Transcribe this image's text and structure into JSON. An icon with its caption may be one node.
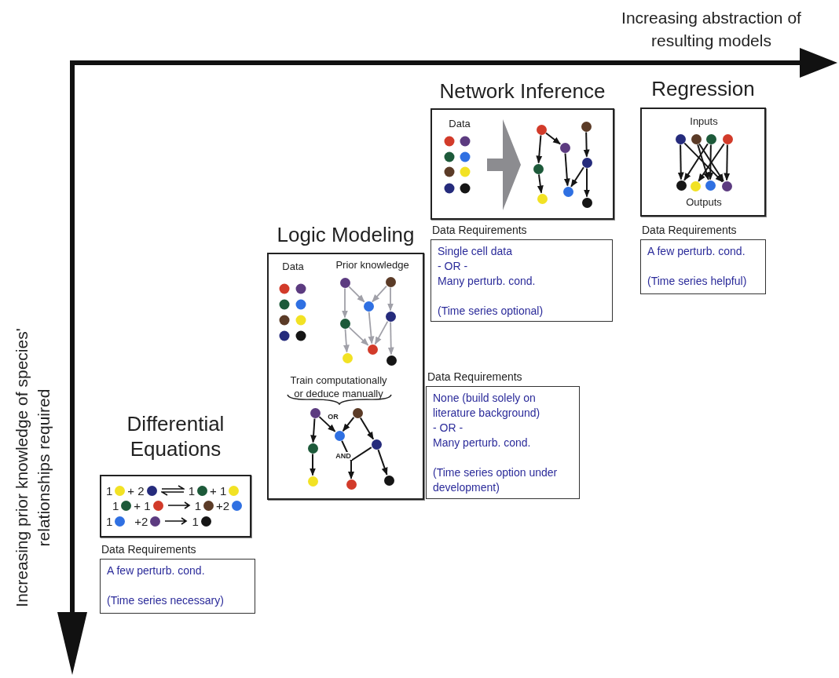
{
  "diagram": {
    "nodes": [
      {
        "text": [
          "Network Inference",
          "Data"
        ]
      },
      {
        "text": [],
        "shape": "circle",
        "in": 0
      },
      {
        "text": [],
        "shape": "circle",
        "in": 0
      },
      {
        "text": [],
        "shape": "circle",
        "in": 0
      },
      {
        "text": [],
        "shape": "circle",
        "in": 0
      },
      {
        "text": [],
        "shape": "circle",
        "in": 0
      },
      {
        "text": [],
        "shape": "circle",
        "in": 0
      },
      {
        "text": [],
        "shape": "circle",
        "in": 0
      },
      {
        "text": [],
        "shape": "circle",
        "in": 0
      },
      {
        "text": [
          "Regression",
          "Inputs",
          "Outputs"
        ]
      },
      {
        "text": [],
        "shape": "circle",
        "in": 9
      },
      {
        "text": [],
        "shape": "circle",
        "in": 9
      },
      {
        "text": [],
        "shape": "circle",
        "in": 9
      },
      {
        "text": [],
        "shape": "circle",
        "in": 9
      },
      {
        "text": [],
        "shape": "circle",
        "in": 9
      },
      {
        "text": [],
        "shape": "circle",
        "in": 9
      },
      {
        "text": [],
        "shape": "circle",
        "in": 9
      },
      {
        "text": [],
        "shape": "circle",
        "in": 9
      },
      {
        "text": [
          "Data Requirements",
          "Single cell data",
          "- OR -",
          "Many perturb. cond.",
          "(Time series optional)"
        ]
      },
      {
        "text": [
          "Data Requirements",
          "A few perturb. cond.",
          "(Time series helpful)"
        ]
      },
      {
        "text": [
          "Logic Modeling",
          "Data",
          "Prior knowledge",
          "Train computationally or deduce manually"
        ]
      },
      {
        "text": [],
        "shape": "circle",
        "in": 20
      },
      {
        "text": [],
        "shape": "circle",
        "in": 20
      },
      {
        "text": [],
        "shape": "circle",
        "in": 20
      },
      {
        "text": [],
        "shape": "circle",
        "in": 20
      },
      {
        "text": [],
        "shape": "circle",
        "in": 20
      },
      {
        "text": [],
        "shape": "circle",
        "in": 20
      },
      {
        "text": [],
        "shape": "circle",
        "in": 20
      },
      {
        "text": [],
        "shape": "circle",
        "in": 20
      },
      {
        "text": [],
        "shape": "circle",
        "in": 20
      },
      {
        "text": [],
        "shape": "circle",
        "in": 20
      },
      {
        "text": [],
        "shape": "circle",
        "in": 20
      },
      {
        "text": [],
        "shape": "circle",
        "in": 20
      },
      {
        "text": [],
        "shape": "circle",
        "in": 20
      },
      {
        "text": [],
        "shape": "circle",
        "in": 20
      },
      {
        "text": [],
        "shape": "circle",
        "in": 20
      },
      {
        "text": [],
        "shape": "circle",
        "in": 20
      },
      {
        "text": [
          "Data Requirements",
          "None (build solely on literature background)",
          "- OR -",
          "Many perturb. cond.",
          "(Time series option under development)"
        ]
      },
      {
        "text": [
          "Differential Equations",
          "1",
          "+ 2",
          "1",
          "+ 1",
          "1",
          "+ 1",
          "1",
          "+2",
          "1",
          "+2",
          "1"
        ]
      },
      {
        "text": [
          "Data Requirements",
          "A few perturb. cond.",
          "(Time series necessary)"
        ]
      }
    ],
    "edges": [
      {
        "from": 2,
        "to": 3,
        "arrow": "to"
      },
      {
        "from": 2,
        "to": 5,
        "arrow": "to"
      },
      {
        "from": 5,
        "to": 7,
        "arrow": "to"
      },
      {
        "from": 3,
        "to": 6,
        "arrow": "to"
      },
      {
        "from": 1,
        "to": 4,
        "arrow": "to"
      },
      {
        "from": 4,
        "to": 6,
        "arrow": "to"
      },
      {
        "from": 4,
        "to": 8,
        "arrow": "to"
      },
      {
        "from": 10,
        "to": 14,
        "arrow": "to"
      },
      {
        "from": 10,
        "to": 17,
        "arrow": "to"
      },
      {
        "from": 11,
        "to": 16,
        "arrow": "to"
      },
      {
        "from": 11,
        "to": 17,
        "arrow": "to"
      },
      {
        "from": 12,
        "to": 14,
        "arrow": "to"
      },
      {
        "from": 12,
        "to": 16,
        "arrow": "to"
      },
      {
        "from": 13,
        "to": 15,
        "arrow": "to"
      },
      {
        "from": 13,
        "to": 17,
        "arrow": "to"
      },
      {
        "from": 21,
        "to": 25,
        "arrow": "to",
        "color": "#a0a0a8"
      },
      {
        "from": 21,
        "to": 23,
        "arrow": "to",
        "color": "#a0a0a8"
      },
      {
        "from": 22,
        "to": 23,
        "arrow": "to",
        "color": "#a0a0a8"
      },
      {
        "from": 22,
        "to": 24,
        "arrow": "to",
        "color": "#a0a0a8"
      },
      {
        "from": 23,
        "to": 26,
        "arrow": "to",
        "color": "#a0a0a8"
      },
      {
        "from": 25,
        "to": 26,
        "arrow": "to",
        "color": "#a0a0a8"
      },
      {
        "from": 24,
        "to": 26,
        "arrow": "to",
        "color": "#a0a0a8"
      },
      {
        "from": 25,
        "to": 27,
        "arrow": "to",
        "color": "#a0a0a8"
      },
      {
        "from": 24,
        "to": 28,
        "arrow": "to",
        "color": "#a0a0a8"
      },
      {
        "from": 29,
        "to": 33,
        "arrow": "to"
      },
      {
        "from": 29,
        "to": 31,
        "arrow": "to",
        "label": "OR"
      },
      {
        "from": 30,
        "to": 31,
        "arrow": "to"
      },
      {
        "from": 30,
        "to": 32,
        "arrow": "to"
      },
      {
        "from": 33,
        "to": 35,
        "arrow": "to"
      },
      {
        "from": 31,
        "to": 36,
        "arrow": "to",
        "label": "AND"
      },
      {
        "from": 32,
        "to": 36,
        "arrow": "to"
      },
      {
        "from": 32,
        "to": 34,
        "arrow": "to"
      }
    ],
    "labels": [
      "Increasing abstraction of resulting models",
      "Increasing prior knowledge of species' relationships required"
    ]
  }
}
